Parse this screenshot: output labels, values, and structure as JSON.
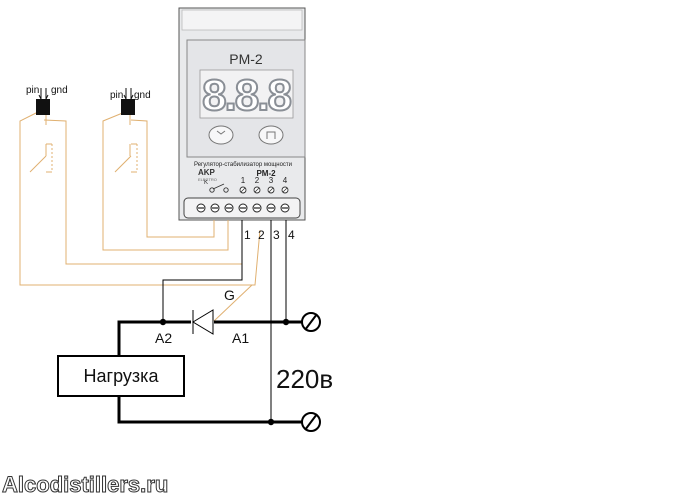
{
  "switches": [
    {
      "pin_label": "pin",
      "gnd_label": "gnd"
    },
    {
      "pin_label": "pin",
      "gnd_label": "gnd"
    }
  ],
  "device": {
    "model": "PM-2",
    "display_text": "8.8.8",
    "button_left_icon": "arrow-down-icon",
    "button_right_icon": "arrow-up-icon",
    "caption": "Регулятор-стабилизатор мощности",
    "model_small": "PM-2",
    "brand": "AKP",
    "brand_sub": "ELECTRO",
    "k_label": "K",
    "terminal_numbers": [
      "1",
      "2",
      "3",
      "4"
    ]
  },
  "wire_labels": [
    "1",
    "2",
    "3",
    "4"
  ],
  "triac": {
    "gate_label": "G",
    "a2_label": "A2",
    "a1_label": "A1"
  },
  "load_label": "Нагрузка",
  "voltage_label": "220в",
  "watermark": "Alcodistillers.ru",
  "colors": {
    "signal_wire": "#e0b070",
    "power_wire": "#000000",
    "display_digits": "#8a8f96",
    "device_face": "#e6e7e9"
  }
}
